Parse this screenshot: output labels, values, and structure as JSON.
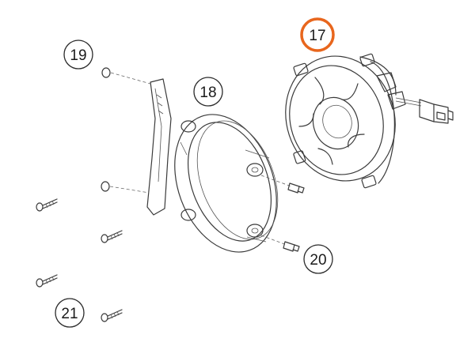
{
  "callouts": {
    "c17": "17",
    "c18": "18",
    "c19": "19",
    "c20": "20",
    "c21": "21"
  },
  "colors": {
    "highlight": "#e8661d",
    "line": "#3a3a3a",
    "callout_border": "#2a2a2a"
  }
}
